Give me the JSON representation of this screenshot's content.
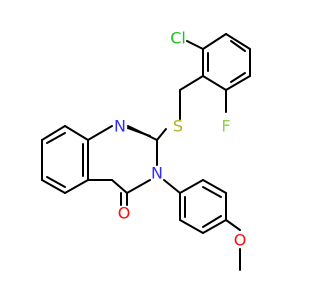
{
  "molecule": {
    "atoms": {
      "cl": {
        "symbol": "Cl",
        "color": "#1fc01f"
      },
      "s": {
        "symbol": "S",
        "color": "#b2b21d"
      },
      "f": {
        "symbol": "F",
        "color": "#8fd14f"
      },
      "n1": {
        "symbol": "N",
        "color": "#2f2ff7"
      },
      "n3": {
        "symbol": "N",
        "color": "#2f2ff7"
      },
      "o_carbonyl": {
        "symbol": "O",
        "color": "#ff0d0d"
      },
      "o_methoxy": {
        "symbol": "O",
        "color": "#ff0d0d"
      }
    },
    "bond_color": "#000000"
  }
}
